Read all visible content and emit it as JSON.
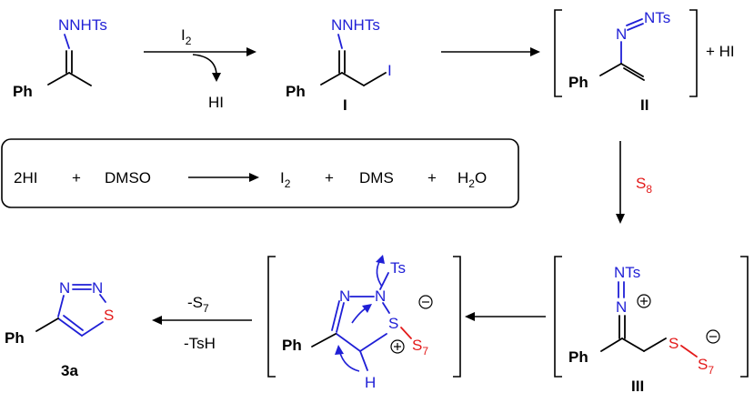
{
  "reaction_1": {
    "reagent": "I",
    "reagent_sub": "2",
    "byproduct": "HI"
  },
  "compound_start": {
    "hydrazone": "NNHTs",
    "aryl": "Ph"
  },
  "compound_I": {
    "hydrazone": "NNHTs",
    "aryl": "Ph",
    "halogen": "I",
    "label": "I"
  },
  "compound_II": {
    "azo": "N",
    "azo_group": "NTs",
    "aryl": "Ph",
    "label": "II",
    "coproduct": "+ HI"
  },
  "regeneration_box": {
    "reactant_1": "2HI",
    "plus_1": "+",
    "reactant_2": "DMSO",
    "product_1": "I",
    "product_1_sub": "2",
    "plus_2": "+",
    "product_2": "DMS",
    "plus_3": "+",
    "product_3": "H",
    "product_3_sub": "2",
    "product_3_tail": "O"
  },
  "reaction_S8": {
    "reagent": "S",
    "reagent_sub": "8"
  },
  "compound_III": {
    "top_group": "NTs",
    "n_atom": "N",
    "aryl": "Ph",
    "sulfur": "S",
    "chain": "S",
    "chain_sub": "7",
    "label": "III"
  },
  "intermediate_cyclic": {
    "ts": "Ts",
    "n1": "N",
    "n2": "N",
    "sulfur": "S",
    "chain": "S",
    "chain_sub": "7",
    "aryl": "Ph",
    "hydrogen": "H"
  },
  "reaction_final": {
    "byproduct_1": "-S",
    "byproduct_1_sub": "7",
    "byproduct_2": "-TsH"
  },
  "product_3a": {
    "n1": "N",
    "n2": "N",
    "sulfur": "S",
    "aryl": "Ph",
    "label": "3a"
  },
  "colors": {
    "nitrogen": "#1f1fd6",
    "sulfur": "#e31a1a",
    "text": "#000000"
  }
}
